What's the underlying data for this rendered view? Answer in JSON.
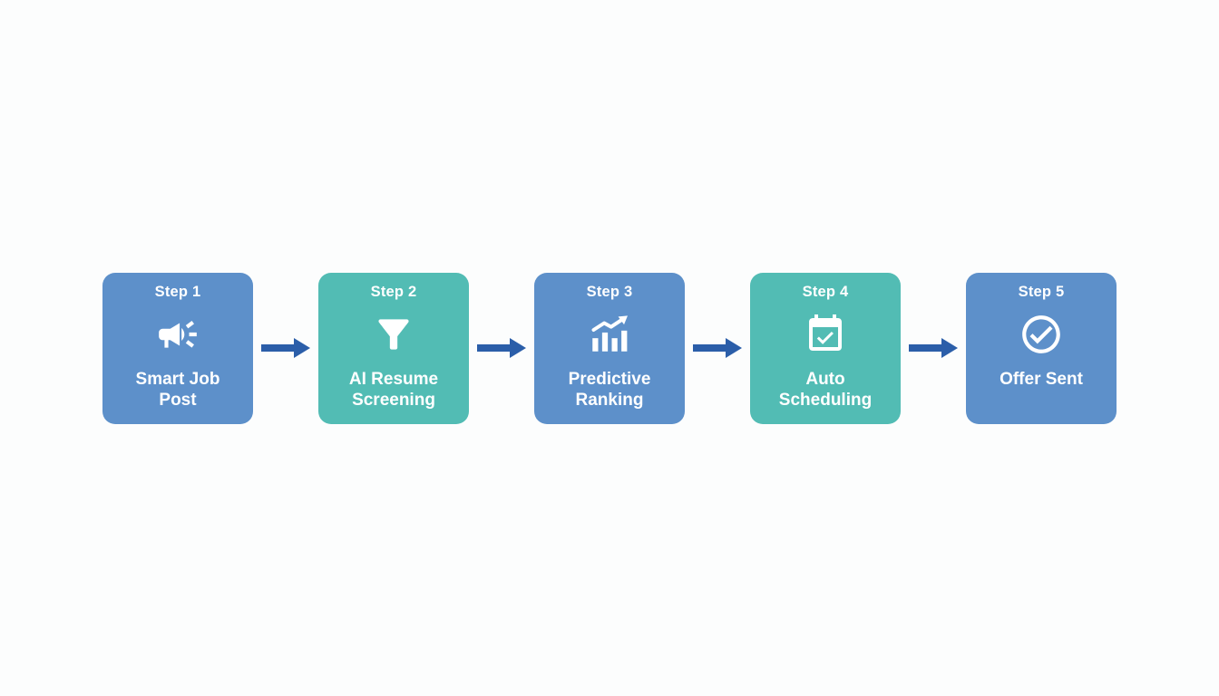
{
  "colors": {
    "background": "#fcfdfd",
    "step_blue": "#5d90ca",
    "step_teal": "#52bcb4",
    "arrow": "#2b5ea9",
    "step_text": "#ffffff"
  },
  "flow": {
    "steps": [
      {
        "step": "Step 1",
        "title": "Smart Job Post",
        "icon": "megaphone-icon",
        "color": "#5d90ca"
      },
      {
        "step": "Step 2",
        "title": "AI Resume Screening",
        "icon": "funnel-icon",
        "color": "#52bcb4"
      },
      {
        "step": "Step 3",
        "title": "Predictive Ranking",
        "icon": "growth-chart-icon",
        "color": "#5d90ca"
      },
      {
        "step": "Step 4",
        "title": "Auto Scheduling",
        "icon": "calendar-check-icon",
        "color": "#52bcb4"
      },
      {
        "step": "Step 5",
        "title": "Offer Sent",
        "icon": "check-circle-icon",
        "color": "#5d90ca"
      }
    ]
  }
}
